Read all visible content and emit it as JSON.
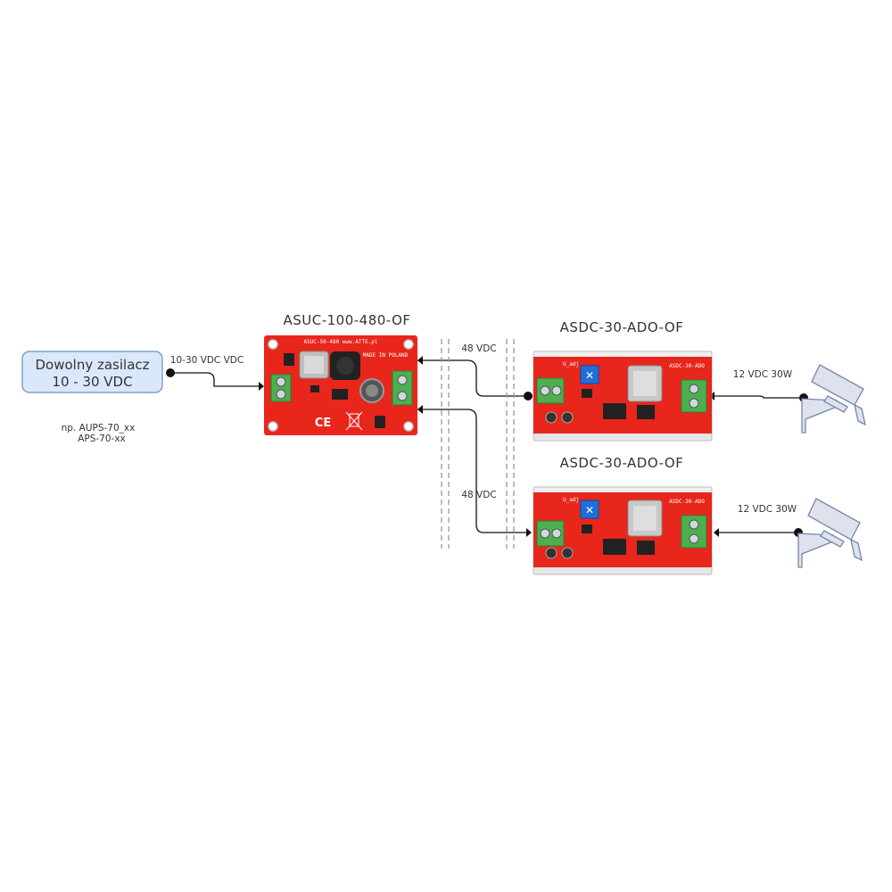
{
  "power_supply": {
    "line1": "Dowolny zasilacz",
    "line2": "10 - 30 VDC",
    "note_line1": "np. AUPS-70_xx",
    "note_line2": "APS-70-xx",
    "fill": "#dae8fc",
    "stroke": "#6c8ebf"
  },
  "input_wire": {
    "label": "10-30 VDC VDC"
  },
  "booster": {
    "title": "ASUC-100-480-OF",
    "silk_top": "ASUC-50-480   www.ATTE.pl",
    "silk_made": "MADE IN POLAND",
    "silk_ce": "CE",
    "color": "#e8261c"
  },
  "links": [
    {
      "label": "48 VDC"
    },
    {
      "label": "48 VDC"
    }
  ],
  "converters": [
    {
      "title": "ASDC-30-ADO-OF",
      "silk_adj": "U_adj",
      "silk_name": "ASDC-30-ADO"
    },
    {
      "title": "ASDC-30-ADO-OF",
      "silk_adj": "U_adj",
      "silk_name": "ASDC-30-ADO"
    }
  ],
  "outputs": [
    {
      "label": "12 VDC 30W"
    },
    {
      "label": "12 VDC 30W"
    }
  ],
  "camera": {
    "fill": "#dde2ec",
    "stroke": "#7788aa"
  }
}
